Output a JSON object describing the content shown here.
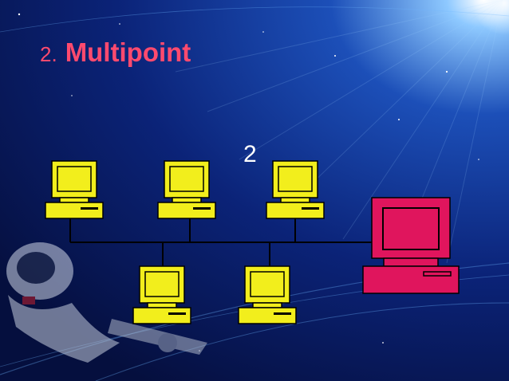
{
  "slide": {
    "title_number": "2.",
    "title_text": "Multipoint",
    "count_label": "2"
  },
  "colors": {
    "background": "#0a1e6a",
    "title": "#ff4a6e",
    "workstation": "#f2ee1c",
    "server": "#e0155d",
    "outline": "#000000",
    "link": "#000000"
  },
  "network": {
    "topology": "multipoint",
    "workstation_count": 5,
    "server_count": 1
  }
}
